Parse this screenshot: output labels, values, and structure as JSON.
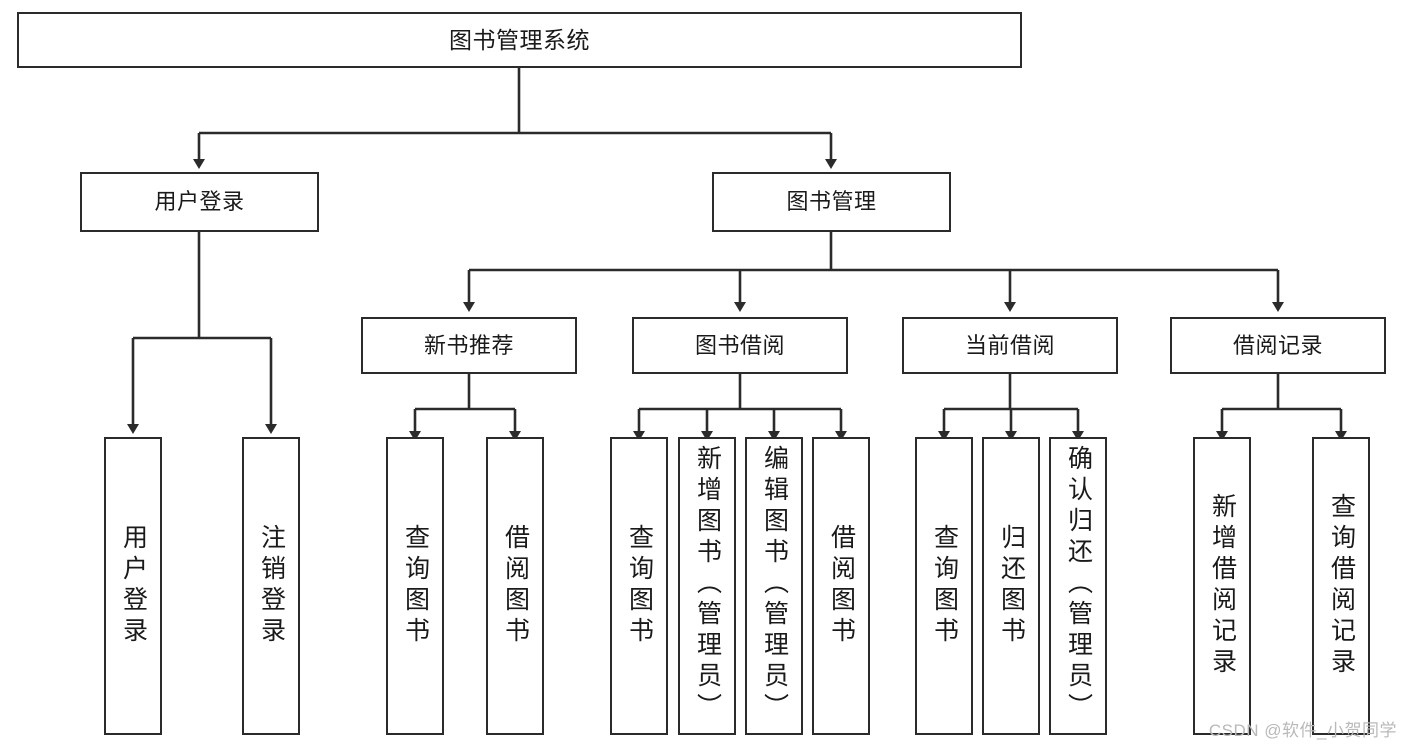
{
  "diagram": {
    "title": "图书管理系统",
    "watermark": "CSDN @软件_小贺同学",
    "stroke_color": "#2b2b2b",
    "background_color": "#ffffff",
    "text_color": "#1a1a1a",
    "watermark_color": "#b9b9b9"
  },
  "nodes": {
    "root": {
      "label": "图书管理系统"
    },
    "level2": [
      {
        "label": "用户登录"
      },
      {
        "label": "图书管理"
      }
    ],
    "level3": [
      {
        "label": "新书推荐"
      },
      {
        "label": "图书借阅"
      },
      {
        "label": "当前借阅"
      },
      {
        "label": "借阅记录"
      }
    ],
    "leaves": {
      "user_login": [
        {
          "label": "用户登录"
        },
        {
          "label": "注销登录"
        }
      ],
      "new_book_recommend": [
        {
          "label": "查询图书"
        },
        {
          "label": "借阅图书"
        }
      ],
      "book_borrow": [
        {
          "label": "查询图书"
        },
        {
          "label": "新增图书（管理员）"
        },
        {
          "label": "编辑图书（管理员）"
        },
        {
          "label": "借阅图书"
        }
      ],
      "current_borrow": [
        {
          "label": "查询图书"
        },
        {
          "label": "归还图书"
        },
        {
          "label": "确认归还（管理员）"
        }
      ],
      "borrow_record": [
        {
          "label": "新增借阅记录"
        },
        {
          "label": "查询借阅记录"
        }
      ]
    }
  }
}
